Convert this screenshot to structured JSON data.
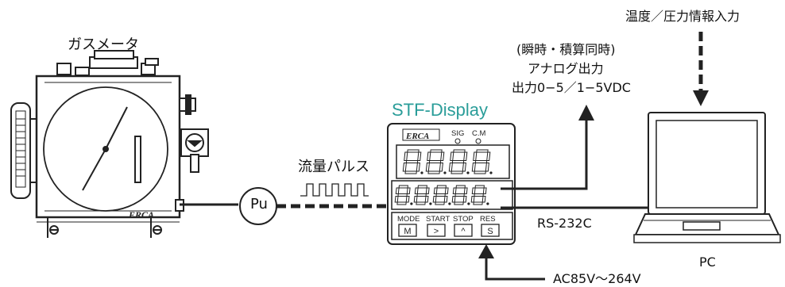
{
  "labels": {
    "gas_meter": "ガスメータ",
    "pulse": "流量パルス",
    "pu": "Pu",
    "stf_display": "STF-Display",
    "analog_line1": "(瞬時・積算同時)",
    "analog_line2": "アナログ出力",
    "analog_line3": "出力0−5／1−5VDC",
    "temp_pressure": "温度／圧力情報入力",
    "rs232c": "RS-232C",
    "pc": "PC",
    "power": "AC85V〜264V"
  },
  "device": {
    "brand": "ERCA",
    "sig": "SIG",
    "cm": "C.M",
    "buttons": [
      {
        "label": "MODE",
        "key": "M"
      },
      {
        "label": "START",
        "key": ">"
      },
      {
        "label": "STOP",
        "key": "^"
      },
      {
        "label": "RES",
        "key": "S"
      }
    ]
  },
  "meter": {
    "brand": "ERCA"
  },
  "colors": {
    "accent": "#2a9d99",
    "line": "#222222"
  }
}
